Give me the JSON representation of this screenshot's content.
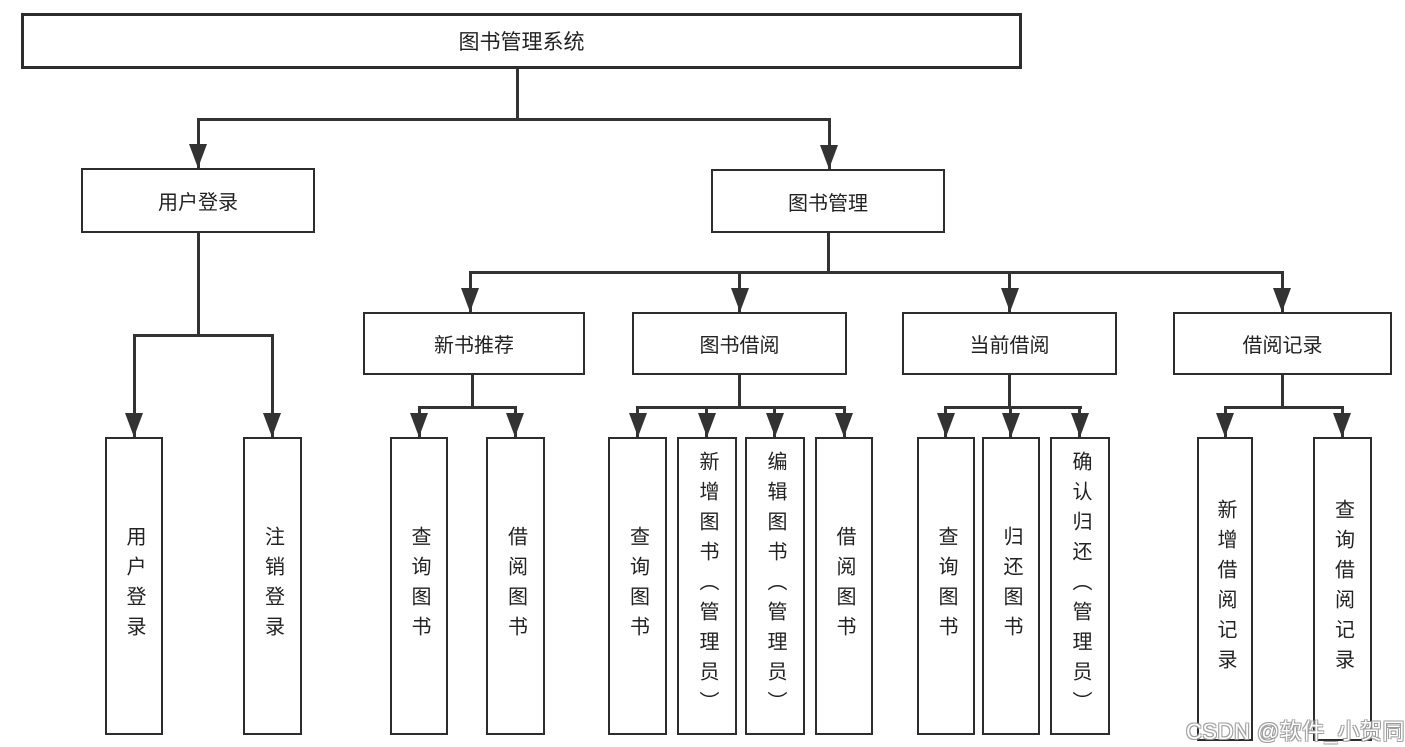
{
  "diagram": {
    "root": {
      "label": "图书管理系统"
    },
    "user_login": {
      "label": "用户登录",
      "children": [
        {
          "label": "用户登录"
        },
        {
          "label": "注销登录"
        }
      ]
    },
    "book_management": {
      "label": "图书管理",
      "modules": [
        {
          "label": "新书推荐",
          "children": [
            {
              "label": "查询图书"
            },
            {
              "label": "借阅图书"
            }
          ]
        },
        {
          "label": "图书借阅",
          "children": [
            {
              "label": "查询图书"
            },
            {
              "label": "新增图书（管理员）"
            },
            {
              "label": "编辑图书（管理员）"
            },
            {
              "label": "借阅图书"
            }
          ]
        },
        {
          "label": "当前借阅",
          "children": [
            {
              "label": "查询图书"
            },
            {
              "label": "归还图书"
            },
            {
              "label": "确认归还（管理员）"
            }
          ]
        },
        {
          "label": "借阅记录",
          "children": [
            {
              "label": "新增借阅记录"
            },
            {
              "label": "查询借阅记录"
            }
          ]
        }
      ]
    }
  },
  "watermark": {
    "text": "CSDN @软件_小贺同学"
  },
  "colors": {
    "line": "#333333",
    "box_border": "#2d2d2d",
    "text": "#222222",
    "background": "#ffffff"
  }
}
